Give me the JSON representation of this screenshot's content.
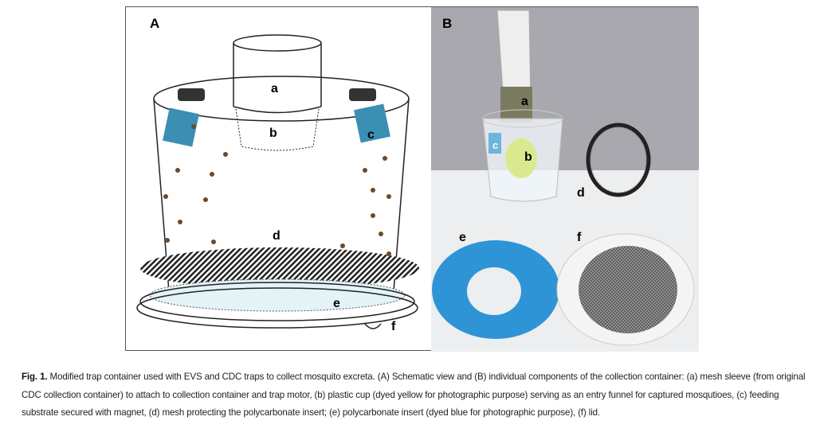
{
  "figure": {
    "panel_a": {
      "label": "A",
      "parts": {
        "a": "a",
        "b": "b",
        "c": "c",
        "d": "d",
        "e": "e",
        "f": "f"
      }
    },
    "panel_b": {
      "label": "B",
      "parts": {
        "a": "a",
        "b": "b",
        "c": "c",
        "d": "d",
        "e": "e",
        "f": "f"
      }
    }
  },
  "caption": {
    "label": "Fig. 1.",
    "text": " Modified trap container used with EVS and CDC traps to collect mosquito excreta. (A) Schematic view and (B) individual components of the collection container: (a) mesh sleeve (from original CDC collection container) to attach to collection container and trap motor, (b) plastic cup (dyed yellow for photographic purpose) serving as an entry funnel for captured mosqutioes, (c) feeding substrate secured with magnet, (d) mesh protecting the polycarbonate insert; (e) polycarbonate insert (dyed blue for photographic purpose), (f) lid."
  }
}
